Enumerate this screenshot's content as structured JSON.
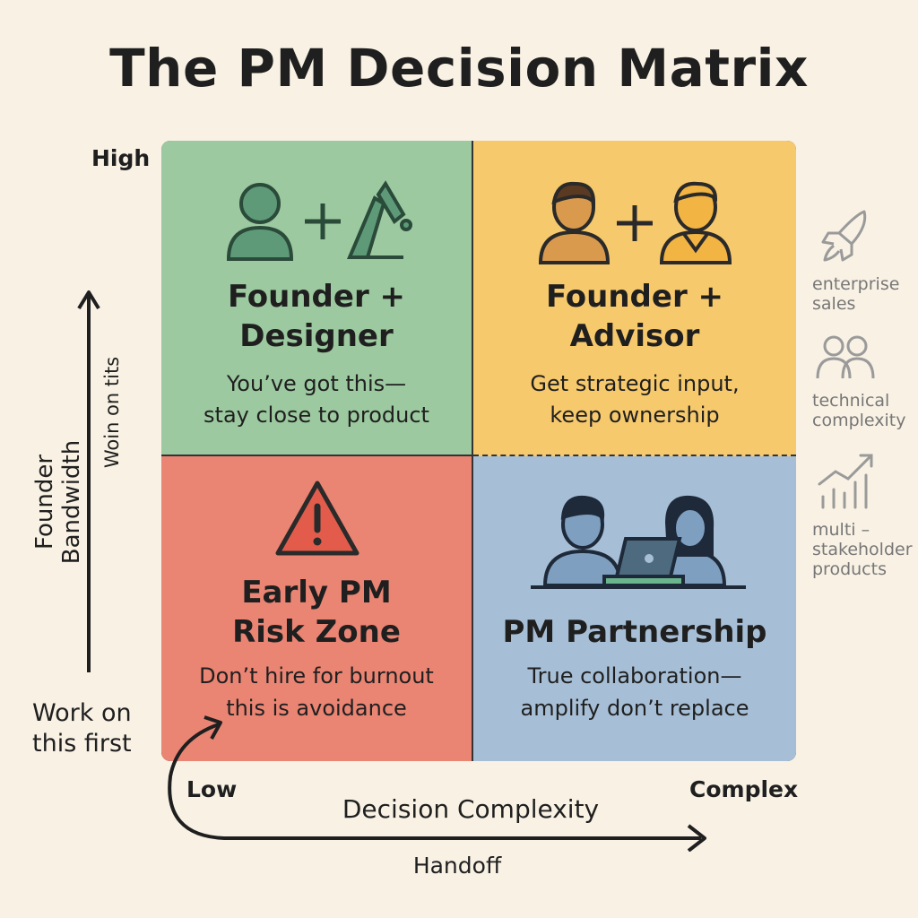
{
  "title": "The PM Decision Matrix",
  "quadrants": {
    "top_left": {
      "title_line1": "Founder +",
      "title_line2": "Designer",
      "desc_line1": "You’ve got this—",
      "desc_line2": "stay close to product",
      "color": "#9cc99f"
    },
    "top_right": {
      "title_line1": "Founder +",
      "title_line2": "Advisor",
      "desc_line1": "Get strategic input,",
      "desc_line2": "keep ownership",
      "color": "#f7c96d"
    },
    "bottom_left": {
      "title_line1": "Early PM",
      "title_line2": "Risk Zone",
      "desc_line1": "Don’t hire for burnout",
      "desc_line2": "this is avoidance",
      "color": "#ea8473"
    },
    "bottom_right": {
      "title_line1": "PM Partnership",
      "desc_line1": "True collaboration—",
      "desc_line2": "amplify don’t replace",
      "color": "#a7bfd6"
    }
  },
  "y_axis": {
    "label": "Founder Bandwidth",
    "sublabel": "Woin on tits",
    "high": "High"
  },
  "x_axis": {
    "label": "Decision Complexity",
    "low": "Low",
    "complex": "Complex"
  },
  "work_first": {
    "line1": "Work on",
    "line2": "this first"
  },
  "handoff": "Handoff",
  "side_items": [
    {
      "icon": "rocket-icon",
      "line1": "enterprise",
      "line2": "sales"
    },
    {
      "icon": "people-icon",
      "line1": "technical",
      "line2": "complexity"
    },
    {
      "icon": "growth-chart-icon",
      "line1": "multi –",
      "line2": "stakeholder",
      "line3": "products"
    }
  ]
}
